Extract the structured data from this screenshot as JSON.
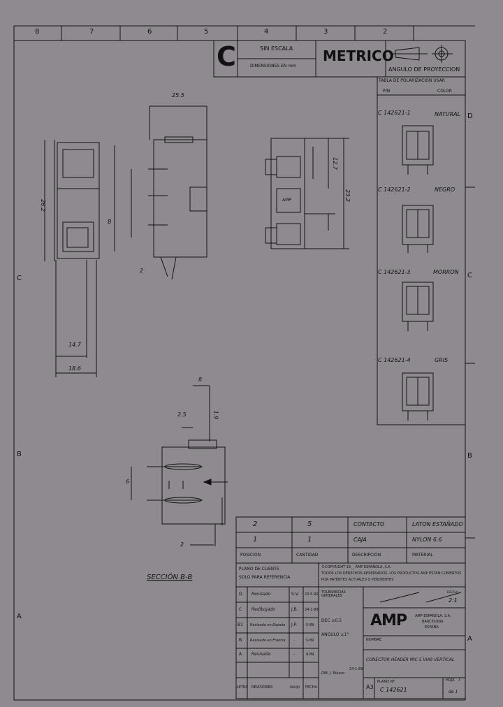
{
  "frame": {
    "columns": [
      "8",
      "7",
      "6",
      "5",
      "4",
      "3",
      "2"
    ],
    "rows_right": [
      "D",
      "C",
      "B",
      "A"
    ],
    "rows_left": [
      "C",
      "B",
      "A"
    ]
  },
  "title_block": {
    "sheet_size": "C",
    "scale": "SIN ESCALA",
    "units": "DIMENSIONES EN mm",
    "system": "METRICO",
    "projection": "ANGULO DE PROYECCION"
  },
  "polarization_table": {
    "title": "TABLA DE POLARIZACION USAR",
    "col_pn": "P/N",
    "col_color": "COLOR",
    "items": [
      {
        "pn": "C 142621-1",
        "color": "NATURAL"
      },
      {
        "pn": "C 142621-2",
        "color": "NEGRO"
      },
      {
        "pn": "C 142621-3",
        "color": "MORRON"
      },
      {
        "pn": "C 142621-4",
        "color": "GRIS"
      }
    ]
  },
  "dimensions": {
    "d25_5": "25.5",
    "d26_2": "26.2",
    "d14_7": "14.7",
    "d18_6": "18.6",
    "d23_2": "23.2",
    "d12_7": "12.7",
    "d2": "2",
    "d8": "8",
    "d2_5": "2.5",
    "d6": "6",
    "d1_9": "1.9",
    "section_arrow": "B",
    "amp_mark": "AMP"
  },
  "section_label": "SECCIÓN B-B",
  "bom": {
    "rows": [
      {
        "pos": "2",
        "qty": "5",
        "desc": "CONTACTO",
        "mat": "LATON ESTAÑADO"
      },
      {
        "pos": "1",
        "qty": "1",
        "desc": "CAJA",
        "mat": "NYLON 6.6"
      }
    ],
    "headers": {
      "pos": "POSICION",
      "qty": "CANTIDAD",
      "desc": "DESCRIPCION",
      "mat": "MATERIAL"
    }
  },
  "client_note": {
    "line1": "PLANO DE CLIENTE",
    "line2": "SOLO PARA REFERENCIA"
  },
  "copyright": {
    "line1": "©COPYRIGHT 19__ AMP ESPAÑOLA, S.A.",
    "line2": "TODOS LOS DERECHOS RESERVADOS. LOS PRODUCTOS AMP ESTAN CUBIERTOS",
    "line3": "POR PATENTES ACTUALES O PENDIENTES"
  },
  "revisions": [
    {
      "letter": "D",
      "text": "Revisado",
      "by": "S.V.",
      "date": "23-5-90"
    },
    {
      "letter": "C",
      "text": "Redibujado",
      "by": "J.B.",
      "date": "24-1-89"
    },
    {
      "letter": "B1",
      "text": "Revisado en España",
      "by": "J.P.",
      "date": "5-89"
    },
    {
      "letter": "B",
      "text": "Revisado en Francia",
      "by": "-",
      "date": "5-89"
    },
    {
      "letter": "A",
      "text": "Revisado",
      "by": "-",
      "date": "9-89"
    }
  ],
  "revision_footer": {
    "letra": "LETRA",
    "revisiones": "REVISIONES",
    "dibujo": "DIBUJO",
    "fecha": "FECHA"
  },
  "tolerances": {
    "title": "TOLERANCIAS GENERALES",
    "dec": "DEC ±0.5",
    "angle": "ANGULO ±1°",
    "drawn": "DIB. J. Blasco",
    "drawn_date": "24-1-89"
  },
  "company": {
    "logo": "AMP",
    "name": "AMP ESPAÑOLA, S.A.",
    "city": "BARCELONA",
    "country": "ESPAÑA",
    "scale_label": "ESCALA",
    "scale_value": "2:1"
  },
  "part": {
    "name_label": "NOMBRE",
    "name": "CONECTOR HEADER MIC 5 VIAS VERTICAL",
    "size": "A3",
    "drawing_no_label": "PLANO Nº",
    "drawing_no": "C 142621",
    "sheet_label": "HOJA",
    "sheet": "1",
    "of": "de 1"
  },
  "colors": {
    "paper": "#8e8a8f",
    "ink": "#111111"
  }
}
